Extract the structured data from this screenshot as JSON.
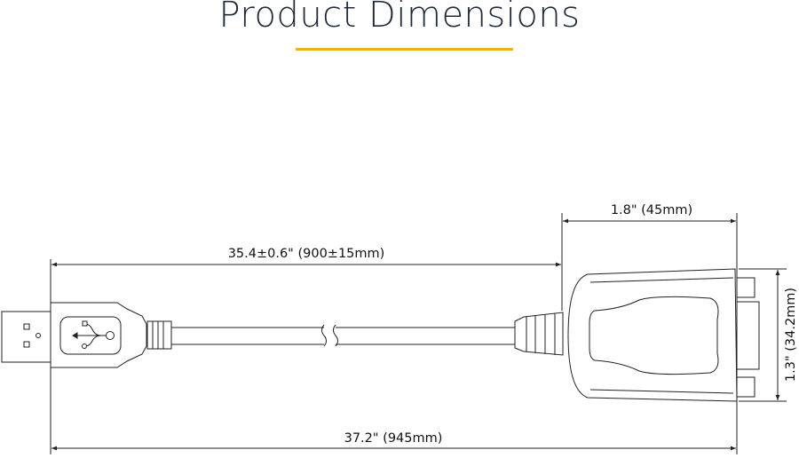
{
  "header": {
    "title": "Product Dimensions"
  },
  "colors": {
    "accent": "#e8b41c",
    "line": "#222222"
  },
  "dimensions": {
    "cable_length": "35.4±0.6\" (900±15mm)",
    "adapter_length": "1.8\" (45mm)",
    "overall_length": "37.2\" (945mm)",
    "adapter_height": "1.3\" (34.2mm)"
  }
}
